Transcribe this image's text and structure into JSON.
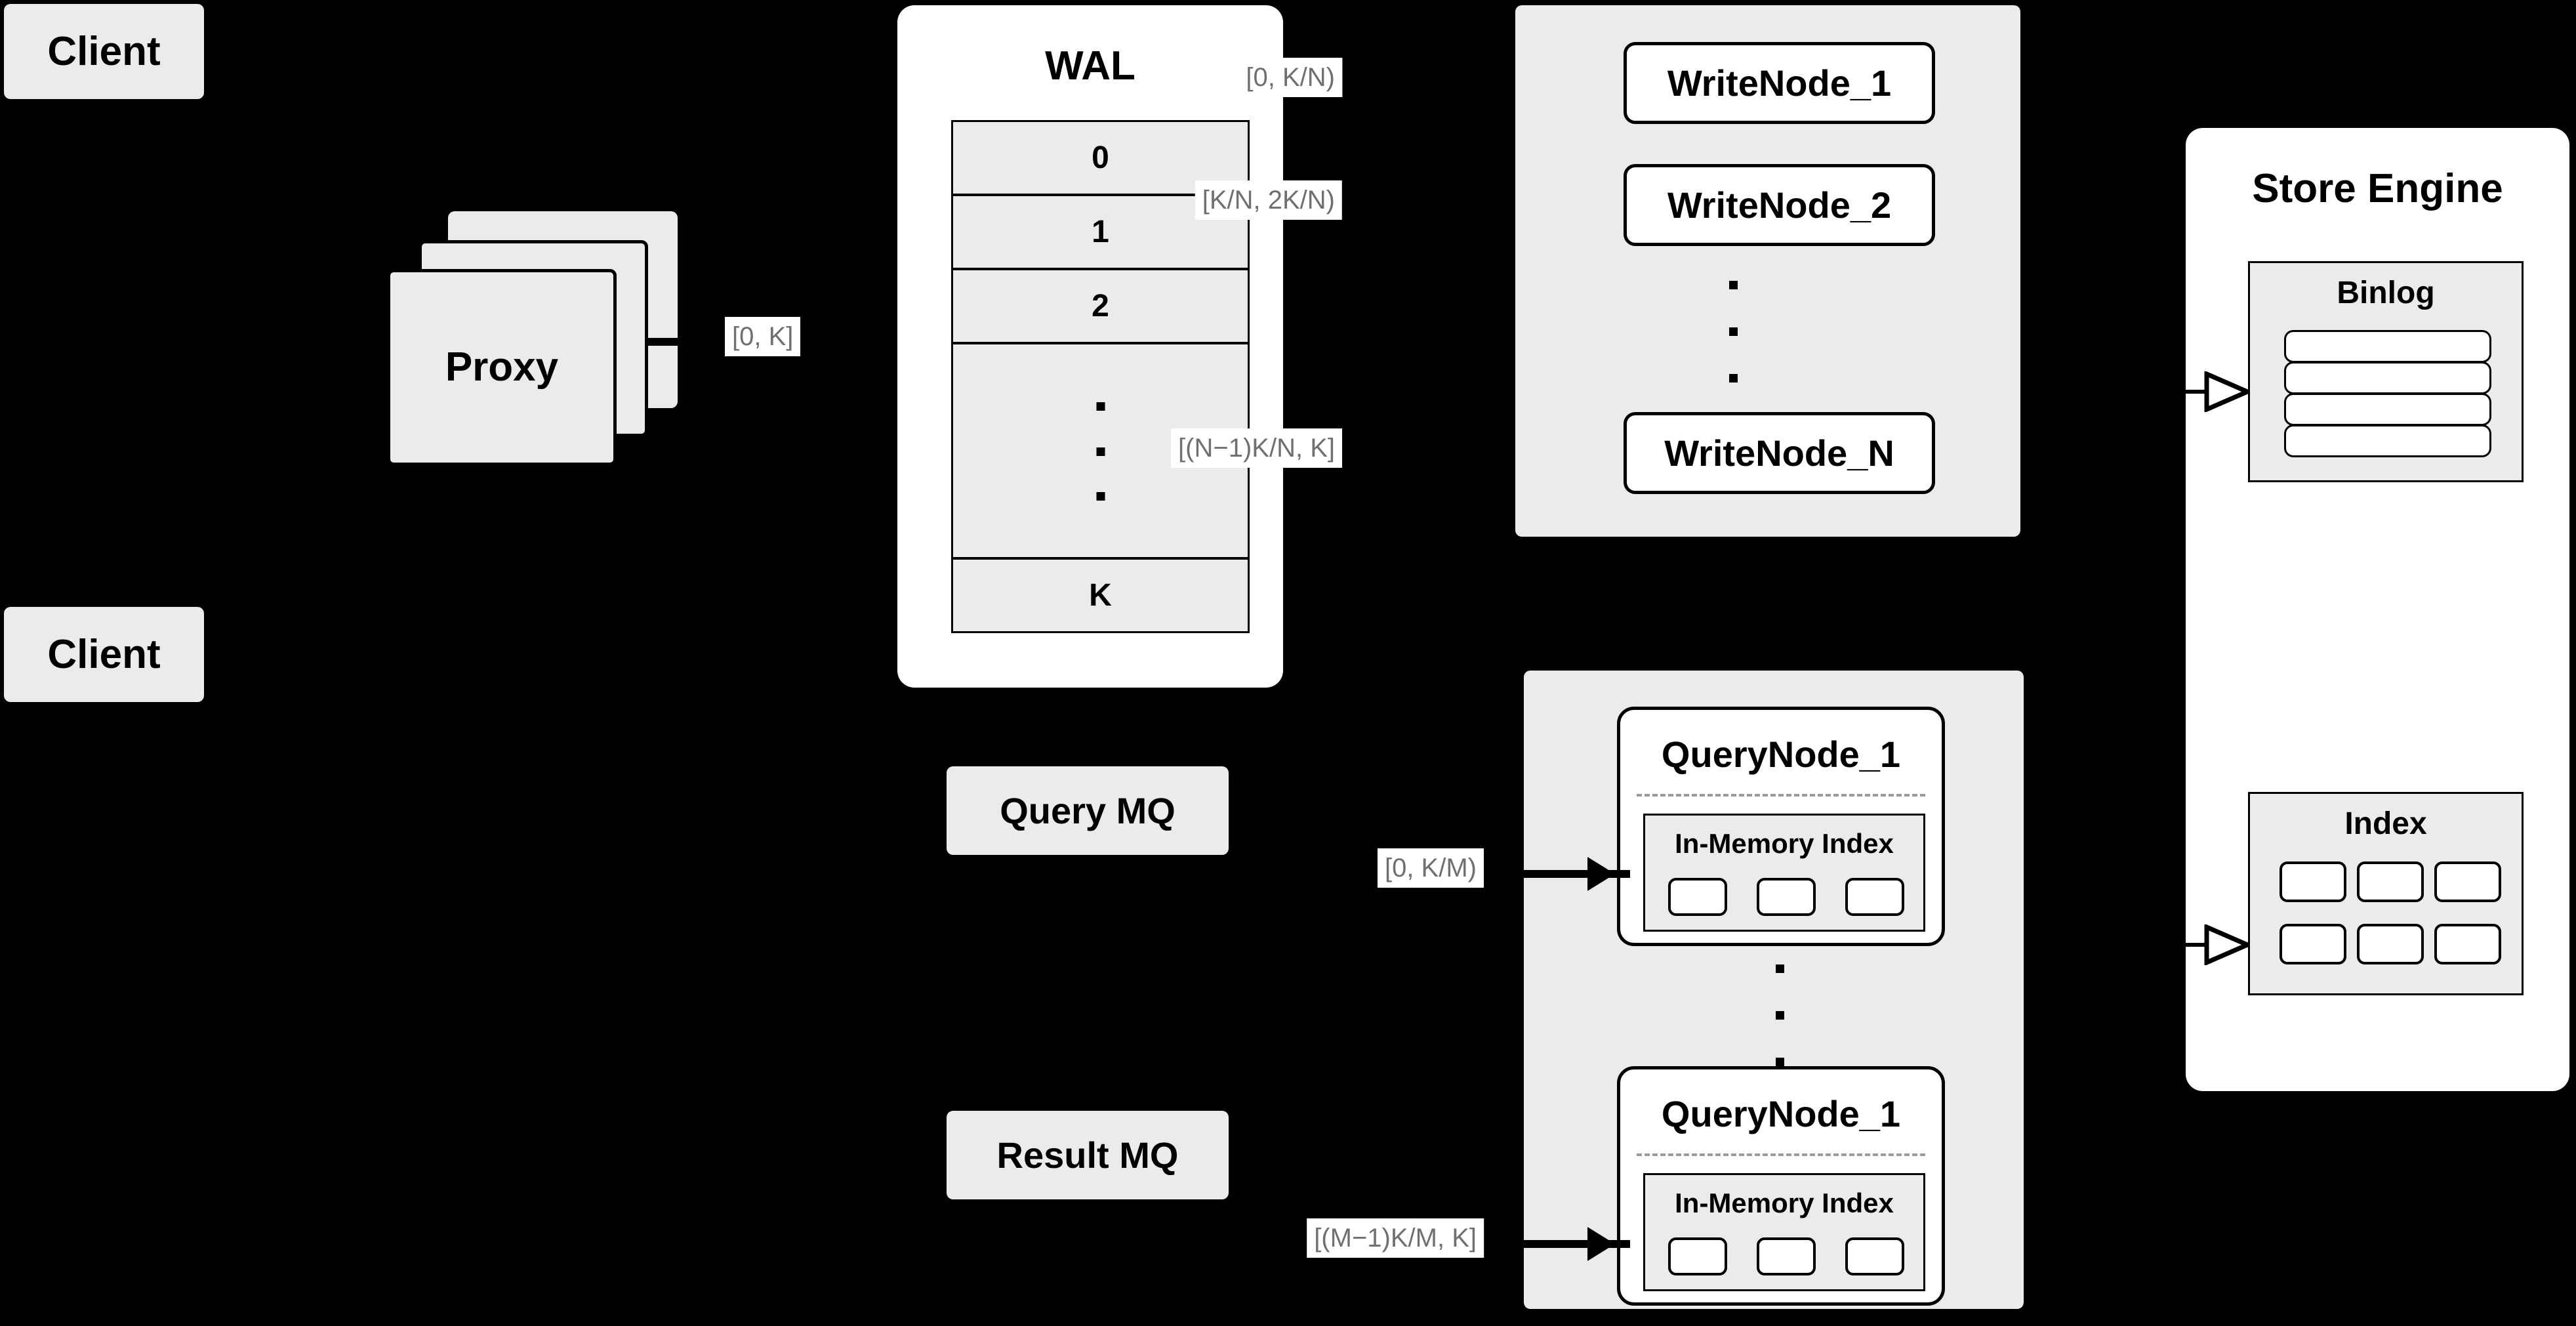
{
  "diagram": {
    "title": "Distributed Write/Query Architecture",
    "background_color": "#000000",
    "panel_grey": "#ebebeb",
    "panel_white": "#ffffff",
    "label_text_color": "#707070",
    "stroke_color": "#000000"
  },
  "clients": [
    {
      "label": "Client"
    },
    {
      "label": "Client"
    }
  ],
  "proxy": {
    "label": "Proxy",
    "stack_count": 3,
    "range_label": "[0, K]"
  },
  "wal": {
    "title": "WAL",
    "rows": [
      "0",
      "1",
      "2",
      "",
      "K"
    ],
    "ellipsis_row_index": 3,
    "ellipsis_dots": 3
  },
  "message_queues": [
    {
      "label": "Query MQ"
    },
    {
      "label": "Result MQ"
    }
  ],
  "write_group": {
    "nodes": [
      {
        "label": "WriteNode_1",
        "range_label": "[0,  K/N)"
      },
      {
        "label": "WriteNode_2",
        "range_label": "[K/N, 2K/N)"
      },
      {
        "label": "WriteNode_N",
        "range_label": "[(N−1)K/N,  K]"
      }
    ],
    "ellipsis_dots": 3
  },
  "query_group": {
    "nodes": [
      {
        "label": "QueryNode_1",
        "range_label": "[0, K/M)",
        "index": {
          "title": "In-Memory Index",
          "cell_count": 3
        }
      },
      {
        "label": "QueryNode_1",
        "range_label": "[(M−1)K/M, K]",
        "index": {
          "title": "In-Memory Index",
          "cell_count": 3
        }
      }
    ],
    "ellipsis_dots": 3
  },
  "store_engine": {
    "title": "Store Engine",
    "binlog": {
      "title": "Binlog",
      "row_count": 4
    },
    "index": {
      "title": "Index",
      "cell_rows": 2,
      "cell_cols": 3,
      "cell_count": 6
    }
  }
}
